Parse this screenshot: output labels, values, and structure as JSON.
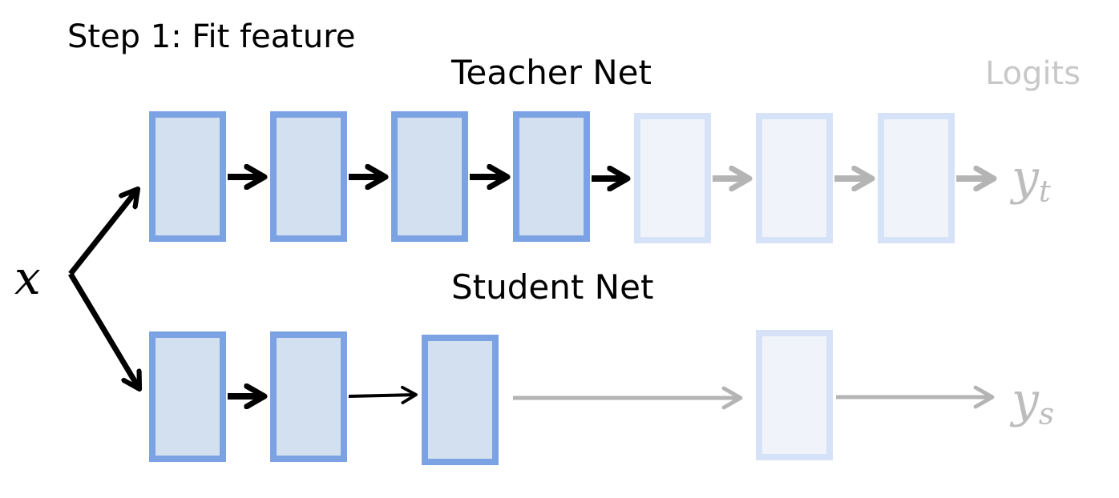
{
  "step_title": "Step 1: Fit feature",
  "teacher": {
    "title": "Teacher Net",
    "output_label": "Logits",
    "output_var": "y",
    "output_sub": "t"
  },
  "student": {
    "title": "Student Net",
    "output_var": "y",
    "output_sub": "s"
  },
  "input_var": "x",
  "colors": {
    "block_active_fill": "#d3e0f0",
    "block_active_border": "#7ba2e2",
    "block_faded_fill": "#f0f4fa",
    "block_faded_border": "#d6e2f7",
    "arrow_active": "#000000",
    "arrow_faded": "#b4b4b4"
  }
}
